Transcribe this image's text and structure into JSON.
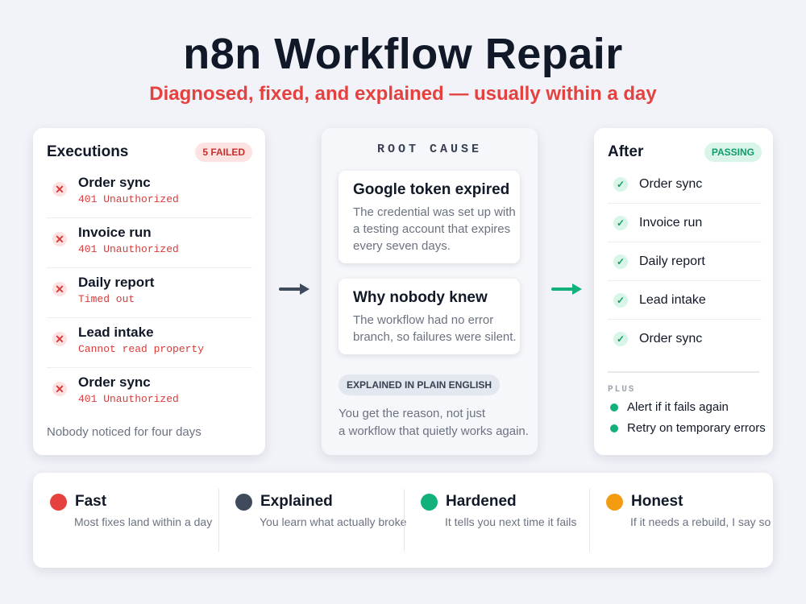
{
  "header": {
    "title": "n8n Workflow Repair",
    "subtitle": "Diagnosed, fixed, and explained — usually within a day"
  },
  "executions": {
    "title": "Executions",
    "badge": "5 FAILED",
    "items": [
      {
        "name": "Order sync",
        "error": "401 Unauthorized"
      },
      {
        "name": "Invoice run",
        "error": "401 Unauthorized"
      },
      {
        "name": "Daily report",
        "error": "Timed out"
      },
      {
        "name": "Lead intake",
        "error": "Cannot read property"
      },
      {
        "name": "Order sync",
        "error": "401 Unauthorized"
      }
    ],
    "footer": "Nobody noticed for four days"
  },
  "root_cause": {
    "label": "ROOT CAUSE",
    "cards": [
      {
        "title": "Google token expired",
        "text": [
          "The credential was set up with",
          "a testing account that expires",
          "every seven days."
        ]
      },
      {
        "title": "Why nobody knew",
        "text": [
          "The workflow had no error",
          "branch, so failures were silent."
        ]
      }
    ],
    "tag": "EXPLAINED IN PLAIN ENGLISH",
    "note": [
      "You get the reason, not just",
      "a workflow that quietly works again."
    ]
  },
  "after": {
    "title": "After",
    "badge": "PASSING",
    "items": [
      "Order sync",
      "Invoice run",
      "Daily report",
      "Lead intake",
      "Order sync"
    ],
    "plus_label": "PLUS",
    "plus_items": [
      "Alert if it fails again",
      "Retry on temporary errors"
    ]
  },
  "features": [
    {
      "title": "Fast",
      "desc": "Most fixes land within a day",
      "color": "#e5413f"
    },
    {
      "title": "Explained",
      "desc": "You learn what actually broke",
      "color": "#3f4a5c"
    },
    {
      "title": "Hardened",
      "desc": "It tells you next time it fails",
      "color": "#12b07b"
    },
    {
      "title": "Honest",
      "desc": "If it needs a rebuild, I say so",
      "color": "#f39c12"
    }
  ],
  "colors": {
    "accent_red": "#e5413f",
    "success_green": "#12b07b",
    "dark_slate": "#3f4a5c",
    "amber": "#f39c12"
  },
  "icons": {
    "fail": "x-icon",
    "pass": "check-icon",
    "flow": "arrow-right-icon"
  }
}
